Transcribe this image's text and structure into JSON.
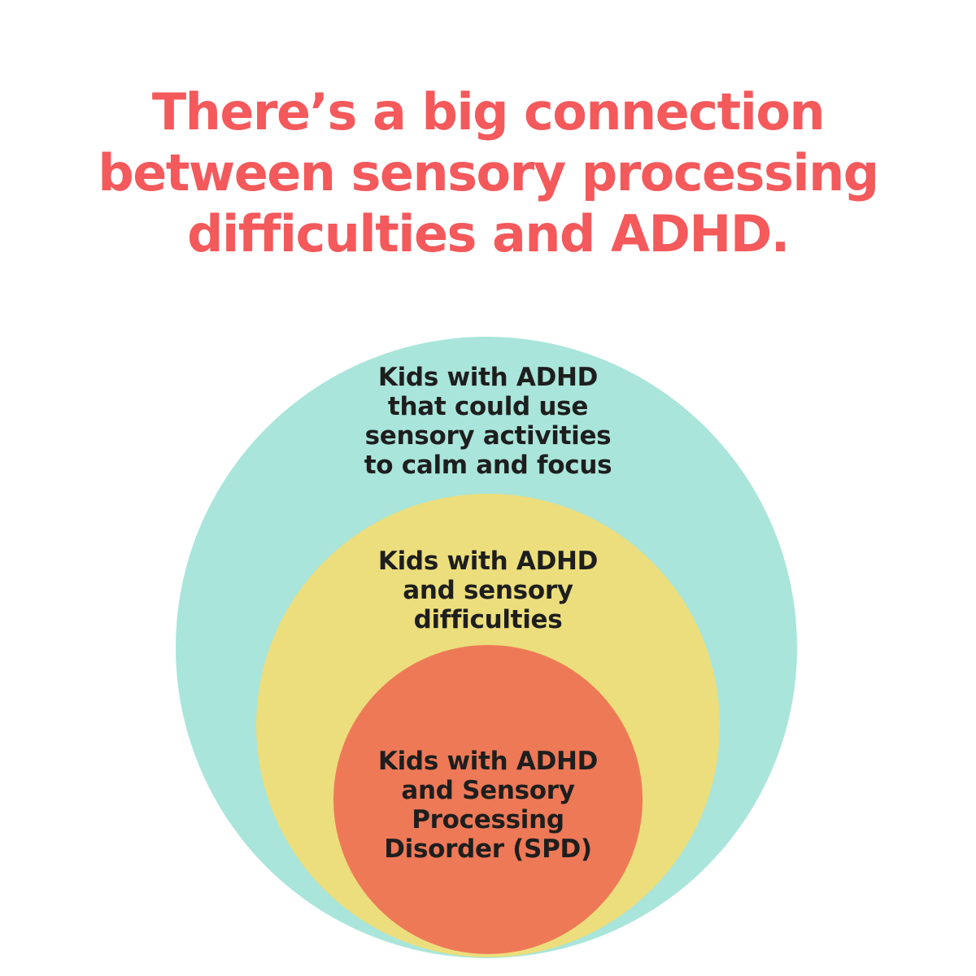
{
  "background": "#FFFFFF",
  "title": {
    "color": "#F4595B",
    "lines": [
      "There’s a big connection",
      "between sensory processing",
      "difficulties and ADHD."
    ]
  },
  "diagram": {
    "type": "nested-euler-diagram",
    "text_color": "#1E1E1E",
    "circles": [
      {
        "id": "outer",
        "color": "#A9E5DA",
        "label_lines": [
          "Kids with ADHD",
          "that could use",
          "sensory activities",
          "to calm and focus"
        ]
      },
      {
        "id": "middle",
        "color": "#ECDE7C",
        "label_lines": [
          "Kids with ADHD",
          "and sensory",
          "difficulties"
        ]
      },
      {
        "id": "inner",
        "color": "#EE7957",
        "label_lines": [
          "Kids with ADHD",
          "and Sensory",
          "Processing",
          "Disorder (SPD)"
        ]
      }
    ]
  }
}
